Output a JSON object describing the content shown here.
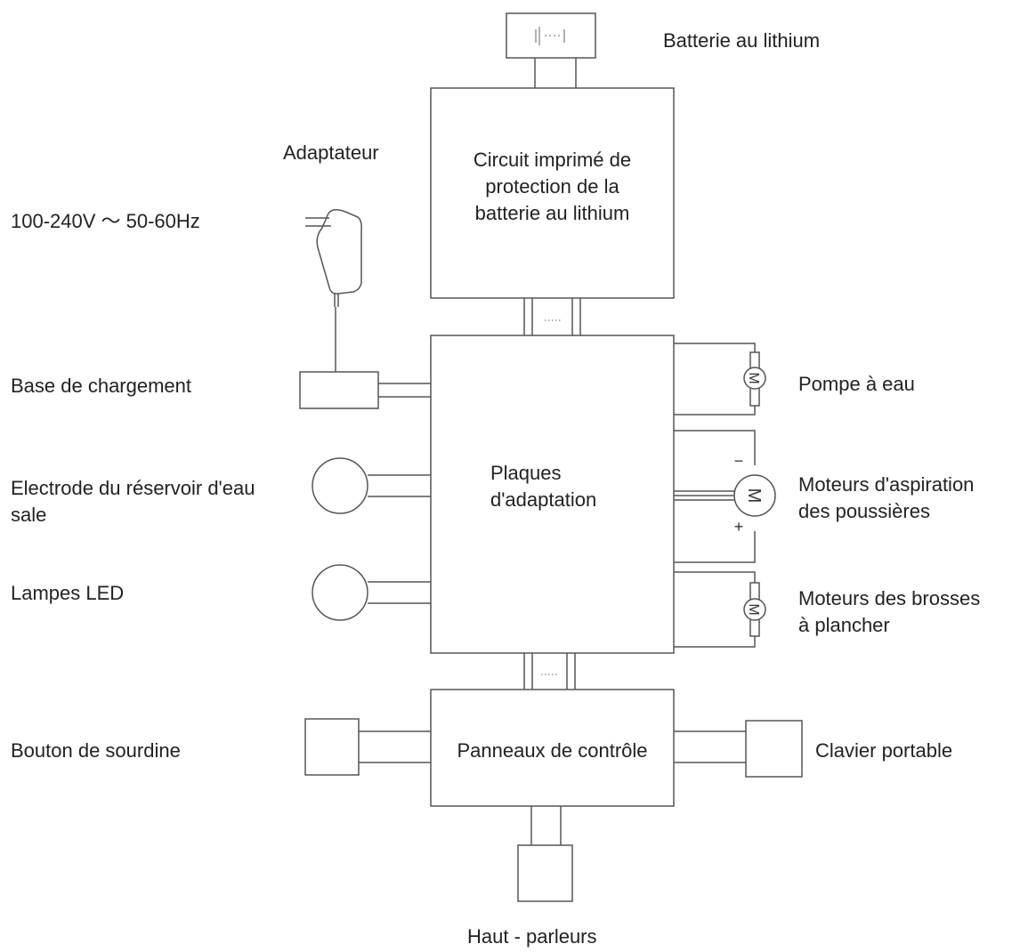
{
  "labels": {
    "battery": "Batterie au lithium",
    "adapter": "Adaptateur",
    "voltage": "100-240V ～ 50-60Hz",
    "pcb": [
      "Circuit imprimé de",
      "protection de la",
      "batterie au lithium"
    ],
    "charging_base": "Base de chargement",
    "electrode": [
      "Electrode du réservoir d'eau",
      "sale"
    ],
    "led": "Lampes LED",
    "adaptation": [
      "Plaques",
      "d'adaptation"
    ],
    "pump": "Pompe à eau",
    "suction_motor": [
      "Moteurs d'aspiration",
      "des poussières"
    ],
    "brush_motor": [
      "Moteurs des brosses",
      "à plancher"
    ],
    "mute_button": "Bouton de sourdine",
    "control_panel": "Panneaux de contrôle",
    "keyboard": "Clavier portable",
    "speakers": "Haut - parleurs"
  },
  "symbols": {
    "motor_letter": "M",
    "minus": "−",
    "plus": "+"
  },
  "colors": {
    "line": "#555555",
    "text": "#222222",
    "background": "#ffffff"
  }
}
